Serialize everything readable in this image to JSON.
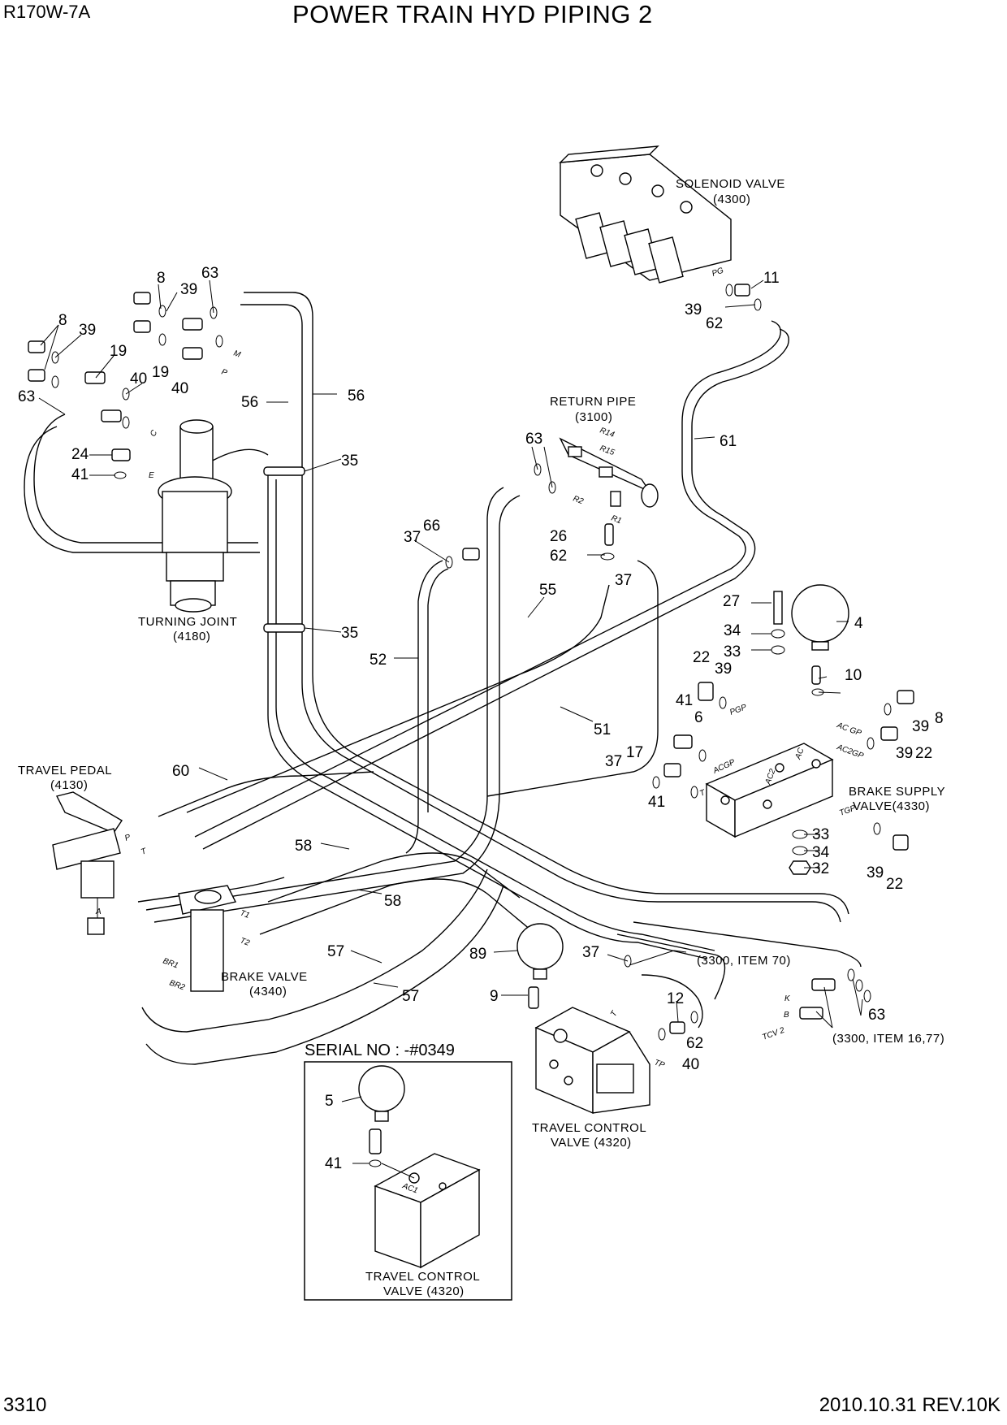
{
  "header": {
    "model": "R170W-7A",
    "title": "POWER TRAIN HYD PIPING 2"
  },
  "footer": {
    "page_number": "3310",
    "revision": "2010.10.31 REV.10K"
  },
  "component_labels": {
    "solenoid_valve": [
      "SOLENOID VALVE",
      "(4300)"
    ],
    "return_pipe": [
      "RETURN PIPE",
      "(3100)"
    ],
    "turning_joint": [
      "TURNING JOINT",
      "(4180)"
    ],
    "travel_pedal": [
      "TRAVEL PEDAL",
      "(4130)"
    ],
    "brake_supply_valve": [
      "BRAKE SUPPLY",
      "VALVE(4330)"
    ],
    "brake_valve": [
      "BRAKE VALVE",
      "(4340)"
    ],
    "travel_control_valve": [
      "TRAVEL CONTROL",
      "VALVE (4320)"
    ],
    "travel_control_valve_inset": [
      "TRAVEL CONTROL",
      "VALVE (4320)"
    ]
  },
  "reference_notes": {
    "item70": "(3300, ITEM 70)",
    "item1677": "(3300, ITEM 16,77)"
  },
  "serial_box": {
    "title": "SERIAL NO : -#0349",
    "callouts": [
      "5",
      "41"
    ],
    "port": "AC1"
  },
  "callouts": [
    "8",
    "39",
    "63",
    "8",
    "39",
    "19",
    "40",
    "19",
    "40",
    "63",
    "24",
    "41",
    "56",
    "56",
    "35",
    "35",
    "11",
    "39",
    "62",
    "61",
    "63",
    "37",
    "66",
    "26",
    "62",
    "37",
    "55",
    "52",
    "51",
    "27",
    "4",
    "34",
    "33",
    "22",
    "39",
    "10",
    "41",
    "6",
    "39",
    "8",
    "39",
    "22",
    "17",
    "37",
    "41",
    "33",
    "34",
    "32",
    "39",
    "22",
    "60",
    "58",
    "58",
    "57",
    "57",
    "89",
    "37",
    "9",
    "12",
    "62",
    "40",
    "63"
  ],
  "port_labels": [
    "PG",
    "R14",
    "R15",
    "R2",
    "R1",
    "PGP",
    "ACGP",
    "AC2",
    "AC",
    "AC GP",
    "AC2GP",
    "TGP",
    "T",
    "P",
    "T",
    "A",
    "T1",
    "T2",
    "BR1",
    "BR2",
    "K",
    "B",
    "TCV 2",
    "T",
    "TP",
    "M",
    "P",
    "C",
    "E"
  ]
}
